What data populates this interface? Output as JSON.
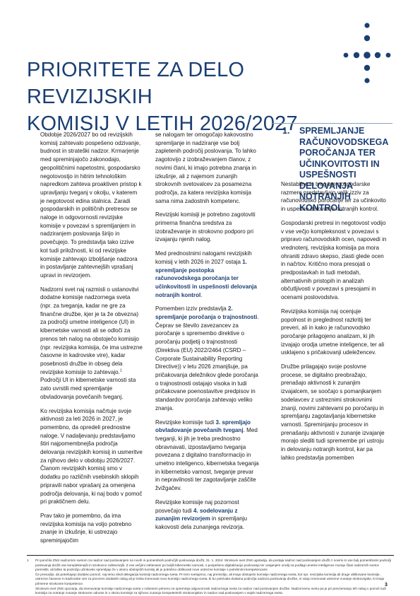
{
  "header": {
    "title_line1": "PRIORITETE ZA DELO REVIZIJSKIH",
    "title_line2": "KOMISIJ V LETIH 2026/2027",
    "accent_color": "#1b3f73",
    "dots_color": "#1b3f73"
  },
  "col1": {
    "p1": "Obdobje 2026/2027 bo od revizijskih komisij zahtevalo pospešeno odzivanje, budnost in strateški nadzor. Krmarjenje med spreminjajočo zakonodajo, geopolitičnimi napetostmi, gospodarsko negotovostjo in hitrim tehnološkim napredkom zahteva proaktiven pristop k upravljanju tveganj v okolju, v katerem je negotovost edina stalnica. Zaradi gospodarskih in političnih pretresov se naloge in odgovornosti revizijske komisije v povezavi s spremljanjem in nadziranjem poslovanja širijo in povečujejo. To predstavlja tako izzive kot tudi priložnosti, ki od revizijske komisije zahtevajo izboljšanje nadzora in postavljanje zahtevnejših vprašanj upravi in revizorjem.",
    "p2a": "Nadzorni svet naj razmisli o ustanovitvi dodatne komisije nadzornega sveta (npr. za tveganja, kadar ne gre za finančne družbe, kjer je ta že obvezna) za področji umetne inteligence (UI) in kibernetske varnosti ali se odloči za prenos teh nalog na obstoječo komisijo (npr. revizijska komisija, če ima ustrezne časovne in kadrovske vire), kadar posebnosti družbe in obseg dela revizijske komisije to zahtevajo.",
    "p2_sup": "1",
    "p2b": " Področji UI in kibernetske varnosti sta zato uvrstili med spremljanje obvladovanja povečanih tveganj.",
    "p3": "Ko revizijska komisija načrtuje svoje aktivnosti za leti 2026 in 2027, je pomembno, da opredeli prednostne naloge. V nadaljevanju predstavljamo štiri najpomembnejša področja delovanja revizijskih komisij in usmeritve za njihovo delo v obdobju 2026/2027. Članom revizijskih komisij smo v dodatku po različnih vsebinskih sklopih pripravili nabor vprašanj za omenjena področja delovanja, ki naj bodo v pomoč pri praktičnem delu.",
    "p4": "Prav tako je pomembno, da ima revizijska komisija na voljo potrebno znanje in izkušnje, ki ustrezajo spreminjajočim"
  },
  "col2": {
    "p1": "se nalogam ter omogočajo kakovostno spremljanje in nadziranje vse bolj zapletenih področij poslovanja. To lahko zagotovijo z izobraževanjem članov, z novimi člani, ki imajo potrebna znanja in izkušnje, ali z najemom zunanjih strokovnih svetovalcev za posamezna področja, za katera revizijska komisija sama nima zadostnih kompetenc.",
    "p2": "Revizijski komisiji je potrebno zagotoviti primerna finančna sredstva za izobraževanje in strokovno podporo pri izvajanju njenih nalog.",
    "p3a": "Med prednostnimi nalogami revizijskih komisij v letih 2026 in 2027 ostaja ",
    "p3_bold": "1. spremljanje postopka računovodskega poročanja ter učinkovitosti in uspešnosti delovanja notranjih kontrol",
    "p3b": ".",
    "p4a": "Pomemben izziv predstavlja ",
    "p4_bold": "2. spremljanje poročanja o trajnostnosti",
    "p4b": ". Čeprav se število zavezancev za poročanje s spremembo direktive o poročanju podjetij o trajnostnosti (Direktiva (EU) 2022/2464 (CSRD – Corporate Sustainability Reporting Directive)) v letu 2026 zmanjšuje, pa pričakovanja deležnikov glede poročanja o trajnostnosti ostajajo visoka in tudi pričakovane poenostavitve predpisov in standardov poročanja zahtevajo veliko znanja.",
    "p5a": "Revizijske komisije tudi ",
    "p5_bold": "3. spremljajo obvladovanje povečanih tveganj",
    "p5b": ". Med tveganji, ki jih je treba prednostno obravnavati, izpostavljamo tveganja povezana z digitalno transformacijo in umetno inteligenco, kibernetska tveganja in kibernetsko varnost, tveganje prevar in nepravilnosti ter zagotavljanje zaščite žvižgačev.",
    "p6a": "Revizijske komisije naj pozornost posvečajo tudi ",
    "p6_bold": "4. sodelovanju z zunanjim revizorjem",
    "p6b": " in spremljanju kakovosti dela zunanjega revizorja."
  },
  "sidebar": {
    "number": "1.",
    "title": "SPREMLJANJE RAČUNOVODSKEGA POROČANJA TER UČINKOVITOSTI IN USPEŠNOSTI DELOVANJA NOTRANJIH KONTROL"
  },
  "col3": {
    "p1": "Nestabilne in tvegane gospodarske razmere predstavljajo velik izziv za računovodsko poročanje ter za učinkovito in uspešno delovanje notranjih kontrol.",
    "p2": "Gospodarski pretresi in negotovost vodijo v vse večjo kompleksnost v povezavi s pripravo računovodskih ocen, napovedi in vrednotenj, revizijska komisija pa mora ohraniti zdravo skepso, zlasti glede ocen in načrtov. Kritično mora presojati o predpostavkah in tudi metodah, alternativnih pristopih in analizah občutljivosti v povezavi s presojami in ocenami poslovodstva.",
    "p3": "Revizijska komisija naj ocenjuje popolnost in preglednost razkritij ter preveri, ali in kako je računovodsko poročanje prilagojeno analizam, ki jih izvajajo orodja umetne inteligence, ter ali usklajeno s pričakovanji udeležencev.",
    "p4": "Družbe prilagajajo svoje poslovne procese, se digitalno preobražajo, prenašajo aktivnosti k zunanjim izvajalcem, se soočajo s pomanjkanjem sodelavcev z ustreznimi strokovnimi znanji, novimi zahtevami po poročanju in spremljanju zagotavljanja kibernetske varnosti. Spreminjanju procesov in prenašanju aktivnosti v zunanje izvajanje morajo slediti tudi spremembe pri ustroju in delovanju notranjih kontrol, kar pa lahko predstavlja pomemben"
  },
  "footnotes": {
    "num": "1",
    "f1": "Pri poročilu ZNS nadzornim svetom za nadzor nad poslovanjem na novih in pomembnih področjih poslovanja družb, 31. 1. 2024: Strokovni svet ZNS ugotavlja, da postaja nadzor nad poslovanjem družb z novimi in vse bolj pomembnimi področji poslovanja družb vse kompleksnejši in strokovno zahtevnejši. Z vse večjimi zahtevami po boljši kibernetski varnosti, s pospešeno digitalizacijo poslovanja ter uvajanjem orodij na podlagi umetne inteligence morajo člani nadzornih svetov premisliti, ali lahko ta področja učinkovito spremljajo že v okviru obstoječih komisij ali je potrebno oblikovati nove ustrezne komisije s potrebnimi kompetencami.",
    "f2": "Če presodijo, da potrebujejo dodatno pomoč, naj temu sledi delegacija komisiji nadzornega sveta. Pri tem svetujemo, naj premislijo, ali imajo obstoječe komisije nadzornega sveta, kot npr. revizijska komisija ali druge oblikovane komisije, ustrezne časovne in kadrovske vire za prevzem dodatnih nalog ali je treba imenovati novo komisijo nadzornega sveta, ki bo pokrivala dodatna področja nadzora poslovanja družbe, in vanjo imenovati ustrezne zunanje strokovnjake, ki imajo primerne strokovne kompetence.",
    "f3": "Strokovni svet ZNS opozarja, da imenovanje komisije nadzornega sveta v nobenem primeru ne spreminja odgovornosti nadzornega sveta za nadzor nad poslovanjem družbe. Nadzornemu svetu pa je pri prevzemanju teh nalog v pomoč tudi komisija za notranje zunanje strokovne odnose in v okviru komisije za njihovo zunanjo kompetentnih strokovnjakov in nadzor nad poslovanjem v sejah nadzornega sveta."
  },
  "page": {
    "number": "3"
  }
}
